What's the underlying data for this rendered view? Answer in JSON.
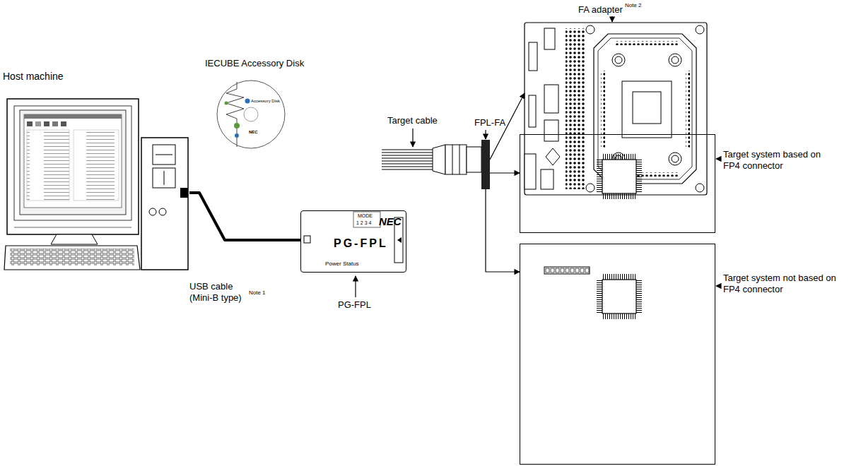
{
  "diagram": {
    "nodes": [
      {
        "text": [
          "Host machine"
        ]
      },
      {
        "text": [
          "MODE",
          "1 2 3 4",
          "NEC",
          "PG-FPL",
          "Power Status"
        ]
      },
      {
        "text": [
          "FPL-FA"
        ]
      },
      {
        "text": [
          "FA adapter",
          "Note 2"
        ]
      },
      {
        "text": [
          "Target system based on FP4 connector"
        ]
      },
      {
        "text": [
          "Target system not based on FP4 connector"
        ]
      }
    ],
    "edges": [
      {
        "from": 0,
        "to": 1,
        "arrow": "none",
        "label": "USB cable (Mini-B type)"
      },
      {
        "from": 2,
        "to": 3,
        "arrow": "to"
      },
      {
        "from": 2,
        "to": 4,
        "arrow": "to"
      },
      {
        "from": 2,
        "to": 5,
        "arrow": "to"
      }
    ],
    "labels": [
      "IECUBE Accessory Disk",
      "Accessory Disk",
      "NEC",
      "Target cable",
      "PG-FPL",
      "Note 1"
    ]
  }
}
